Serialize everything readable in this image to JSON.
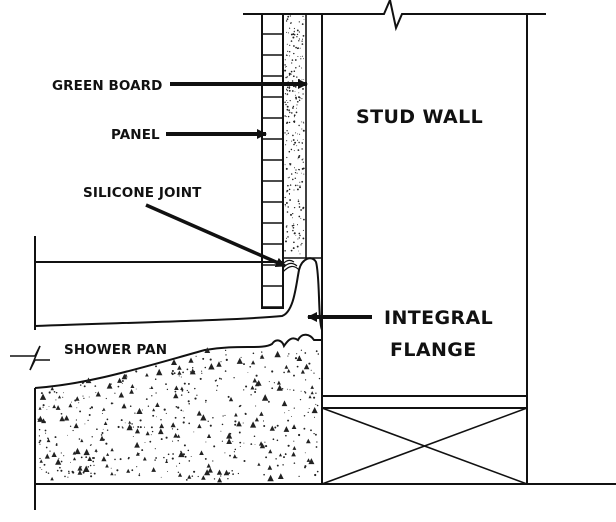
{
  "labels": {
    "green_board": "GREEN BOARD",
    "panel": "PANEL",
    "silicone_joint": "SILICONE JOINT",
    "shower_pan": "SHOWER PAN",
    "stud_wall": "STUD WALL",
    "integral_flange_line1": "INTEGRAL",
    "integral_flange_line2": "FLANGE"
  },
  "colors": {
    "ink": "#111111",
    "background": "#ffffff"
  }
}
